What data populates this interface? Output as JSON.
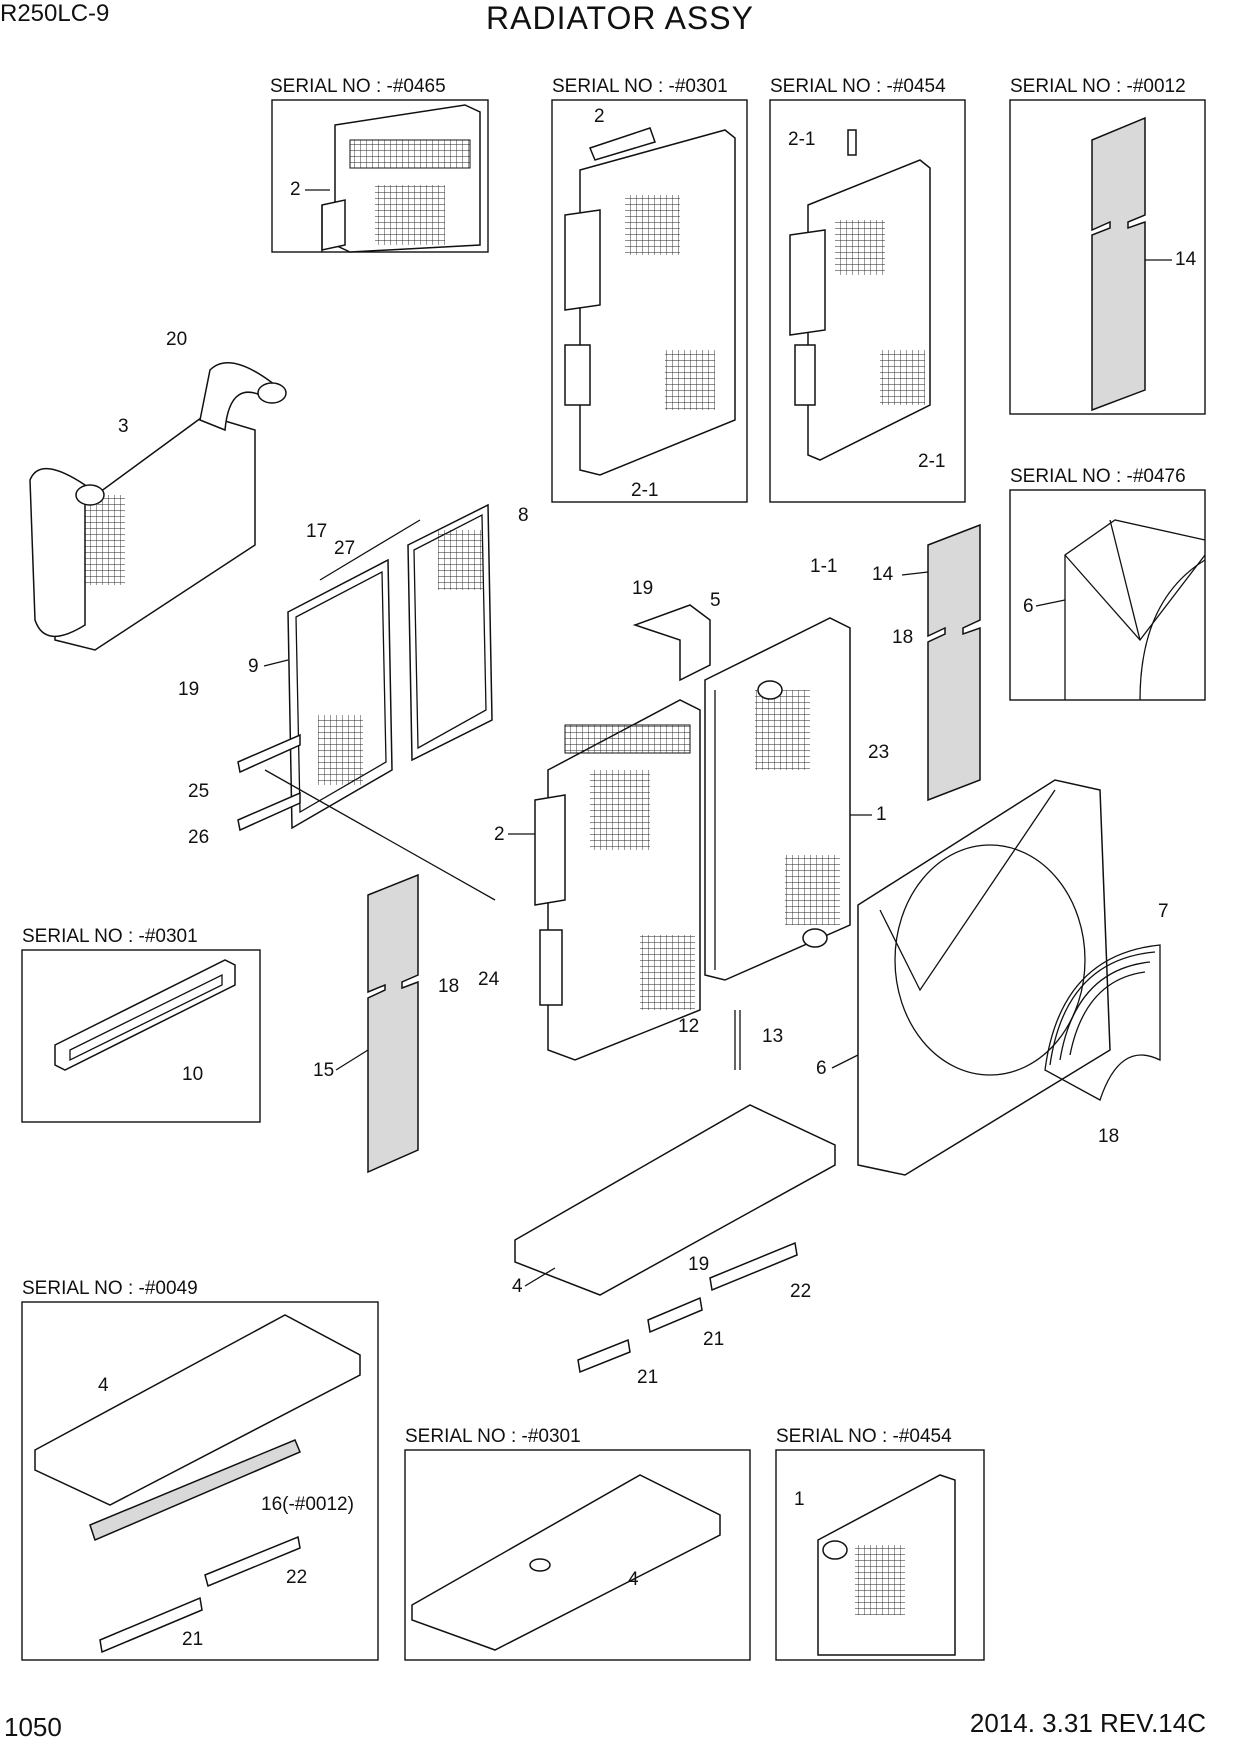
{
  "header": {
    "model": "R250LC-9",
    "title": "RADIATOR ASSY"
  },
  "footer": {
    "page_number": "1050",
    "revision": "2014. 3.31  REV.14C"
  },
  "serial_boxes": [
    {
      "label": "SERIAL NO : -#0465"
    },
    {
      "label": "SERIAL NO : -#0301"
    },
    {
      "label": "SERIAL NO : -#0454"
    },
    {
      "label": "SERIAL NO : -#0012"
    },
    {
      "label": "SERIAL NO : -#0476"
    },
    {
      "label": "SERIAL NO : -#0301"
    },
    {
      "label": "SERIAL NO : -#0049"
    },
    {
      "label": "SERIAL NO : -#0301"
    },
    {
      "label": "SERIAL NO : -#0454"
    }
  ],
  "callouts": [
    "2",
    "2",
    "2-1",
    "2-1",
    "2-1",
    "14",
    "20",
    "3",
    "17",
    "27",
    "8",
    "19",
    "5",
    "1-1",
    "14",
    "18",
    "9",
    "19",
    "23",
    "25",
    "26",
    "1",
    "2",
    "6",
    "7",
    "18",
    "24",
    "12",
    "13",
    "15",
    "6",
    "10",
    "18",
    "19",
    "4",
    "22",
    "21",
    "21",
    "4",
    "16(-#0012)",
    "22",
    "21",
    "4",
    "1"
  ]
}
